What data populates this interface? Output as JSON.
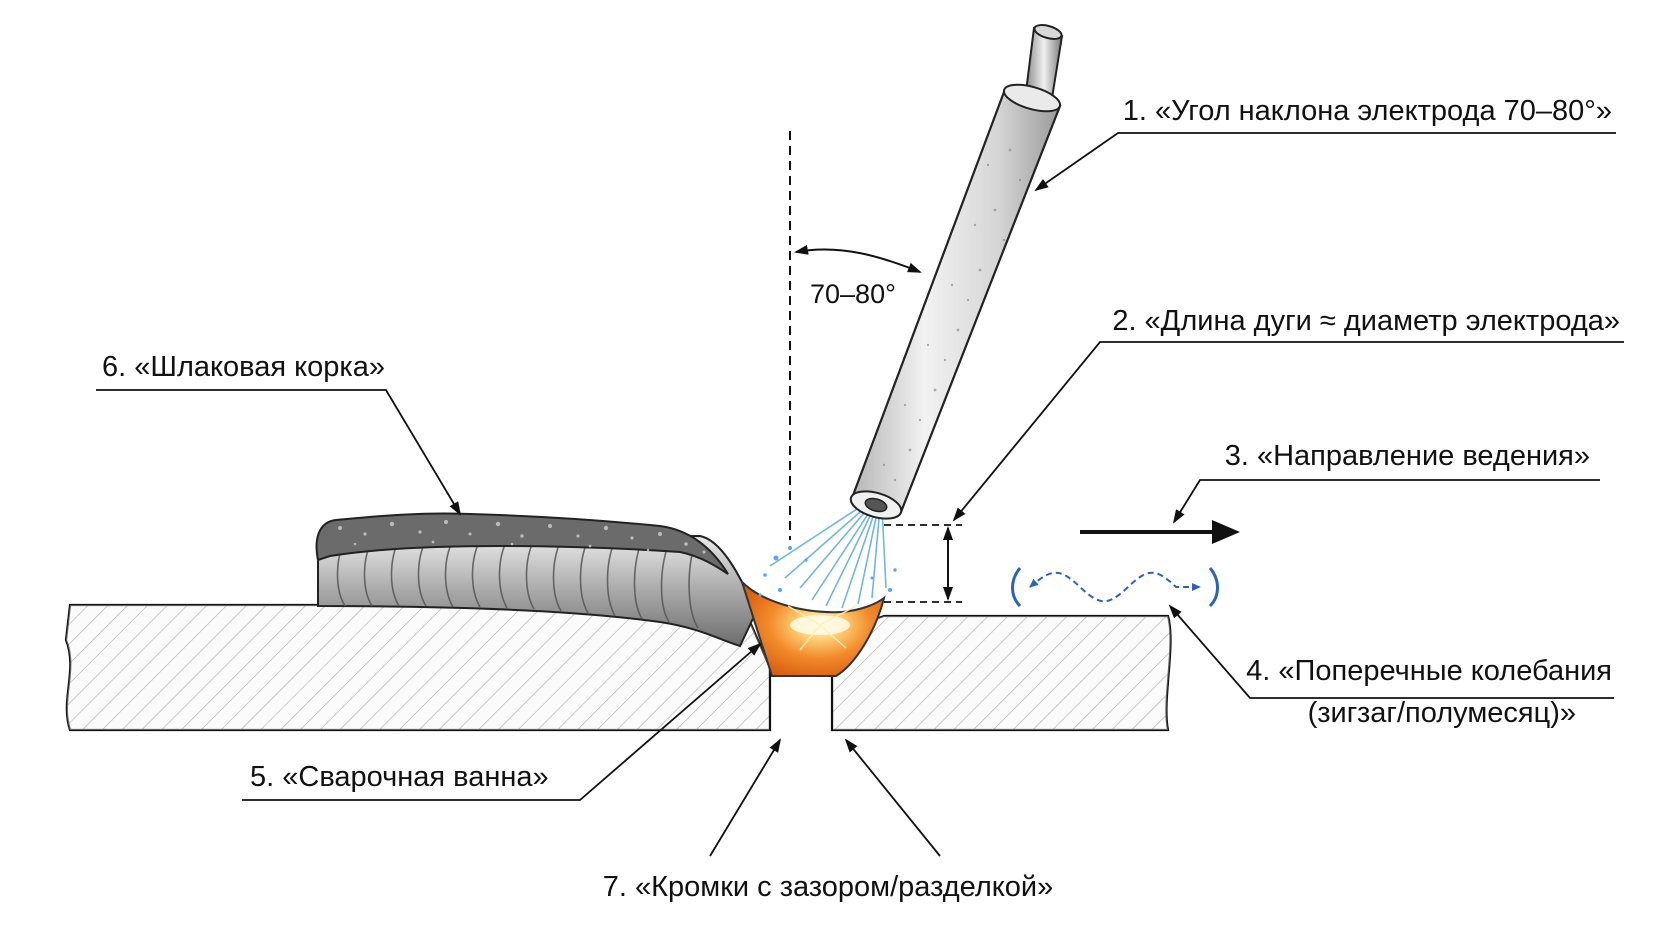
{
  "angle_label": "70–80°",
  "callouts": [
    {
      "id": "1",
      "lines": [
        "1. «Угол наклона электрода 70–80°»"
      ]
    },
    {
      "id": "2",
      "lines": [
        "2. «Длина дуги ≈ диаметр электрода»"
      ]
    },
    {
      "id": "3",
      "lines": [
        "3. «Направление ведения»"
      ]
    },
    {
      "id": "4",
      "lines": [
        "4. «Поперечные колебания",
        "(зигзаг/полумесяц)»"
      ]
    },
    {
      "id": "5",
      "lines": [
        "5. «Сварочная ванна»"
      ]
    },
    {
      "id": "6",
      "lines": [
        "6. «Шлаковая корка»"
      ]
    },
    {
      "id": "7",
      "lines": [
        "7. «Кромки с зазором/разделкой»"
      ]
    }
  ],
  "colors": {
    "ink": "#111111",
    "plate_hatch": "#7a7a7a",
    "pool_orange": "#ef7a1e",
    "pool_glow": "#fff3c4",
    "electrode_coating": "#d9d9d9",
    "arc_blue": "#5aa8de",
    "oscillation_blue": "#2b63b8",
    "slag": "#6f6f6f"
  }
}
